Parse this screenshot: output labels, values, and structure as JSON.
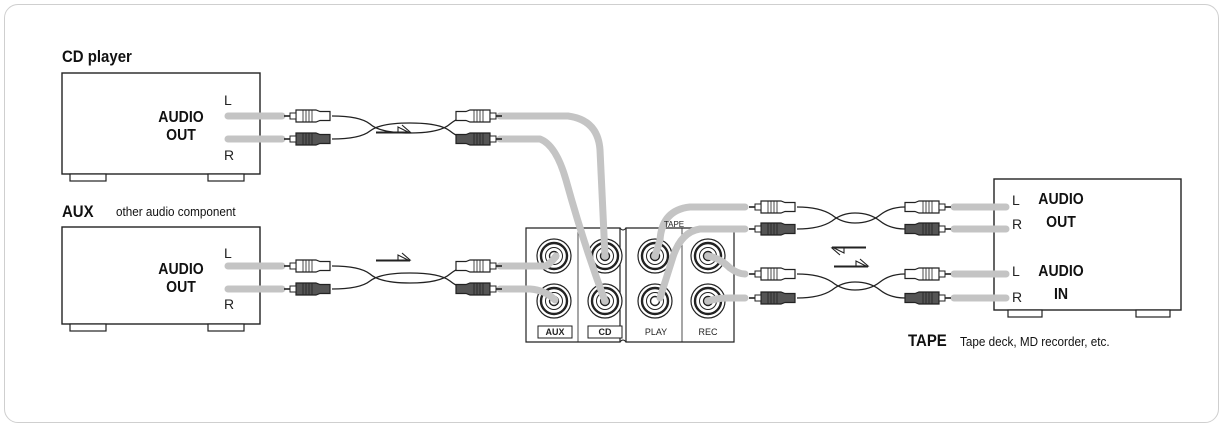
{
  "cd_player": {
    "title": "CD player",
    "label": "AUDIO\nOUT",
    "label_line1": "AUDIO",
    "label_line2": "OUT",
    "l": "L",
    "r": "R"
  },
  "aux": {
    "title": "AUX",
    "subtitle": "other audio component",
    "label_line1": "AUDIO",
    "label_line2": "OUT",
    "l": "L",
    "r": "R"
  },
  "tape": {
    "title": "TAPE",
    "subtitle": "Tape deck, MD recorder, etc.",
    "out_line1": "AUDIO",
    "out_line2": "OUT",
    "in_line1": "AUDIO",
    "in_line2": "IN",
    "l": "L",
    "r": "R"
  },
  "panel": {
    "aux": "AUX",
    "cd": "CD",
    "play": "PLAY",
    "rec": "REC",
    "tape_header": "TAPE"
  },
  "colors": {
    "cable": "#c4c4c4",
    "plug_light": "#ffffff",
    "plug_dark": "#555555",
    "outline": "#222222"
  }
}
